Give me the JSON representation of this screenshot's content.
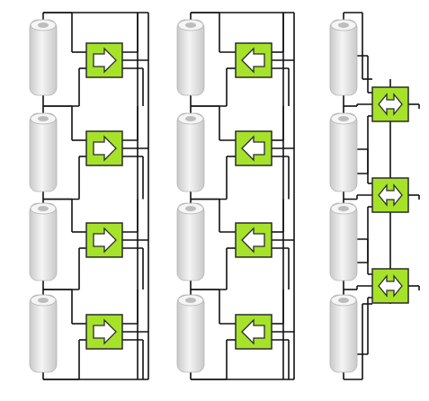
{
  "diagram": {
    "colors": {
      "background": "#ffffff",
      "wire": "#111111",
      "module_fill": "#a6e22a",
      "module_border": "#2b2b2b",
      "arrow_fill": "#ffffff",
      "battery_body": "#e4e4e4",
      "battery_shade": "#c9c9c9",
      "battery_top": "#f5f5f5",
      "battery_terminal": "#bdbdbd"
    },
    "groups": [
      {
        "id": "group-right-arrows",
        "cells": 4,
        "modules": 4,
        "module_symbol": "right-arrow-icon"
      },
      {
        "id": "group-left-arrows",
        "cells": 4,
        "modules": 4,
        "module_symbol": "left-arrow-icon"
      },
      {
        "id": "group-bidirectional",
        "cells": 4,
        "modules": 3,
        "module_symbol": "bidirectional-arrow-icon"
      }
    ]
  }
}
